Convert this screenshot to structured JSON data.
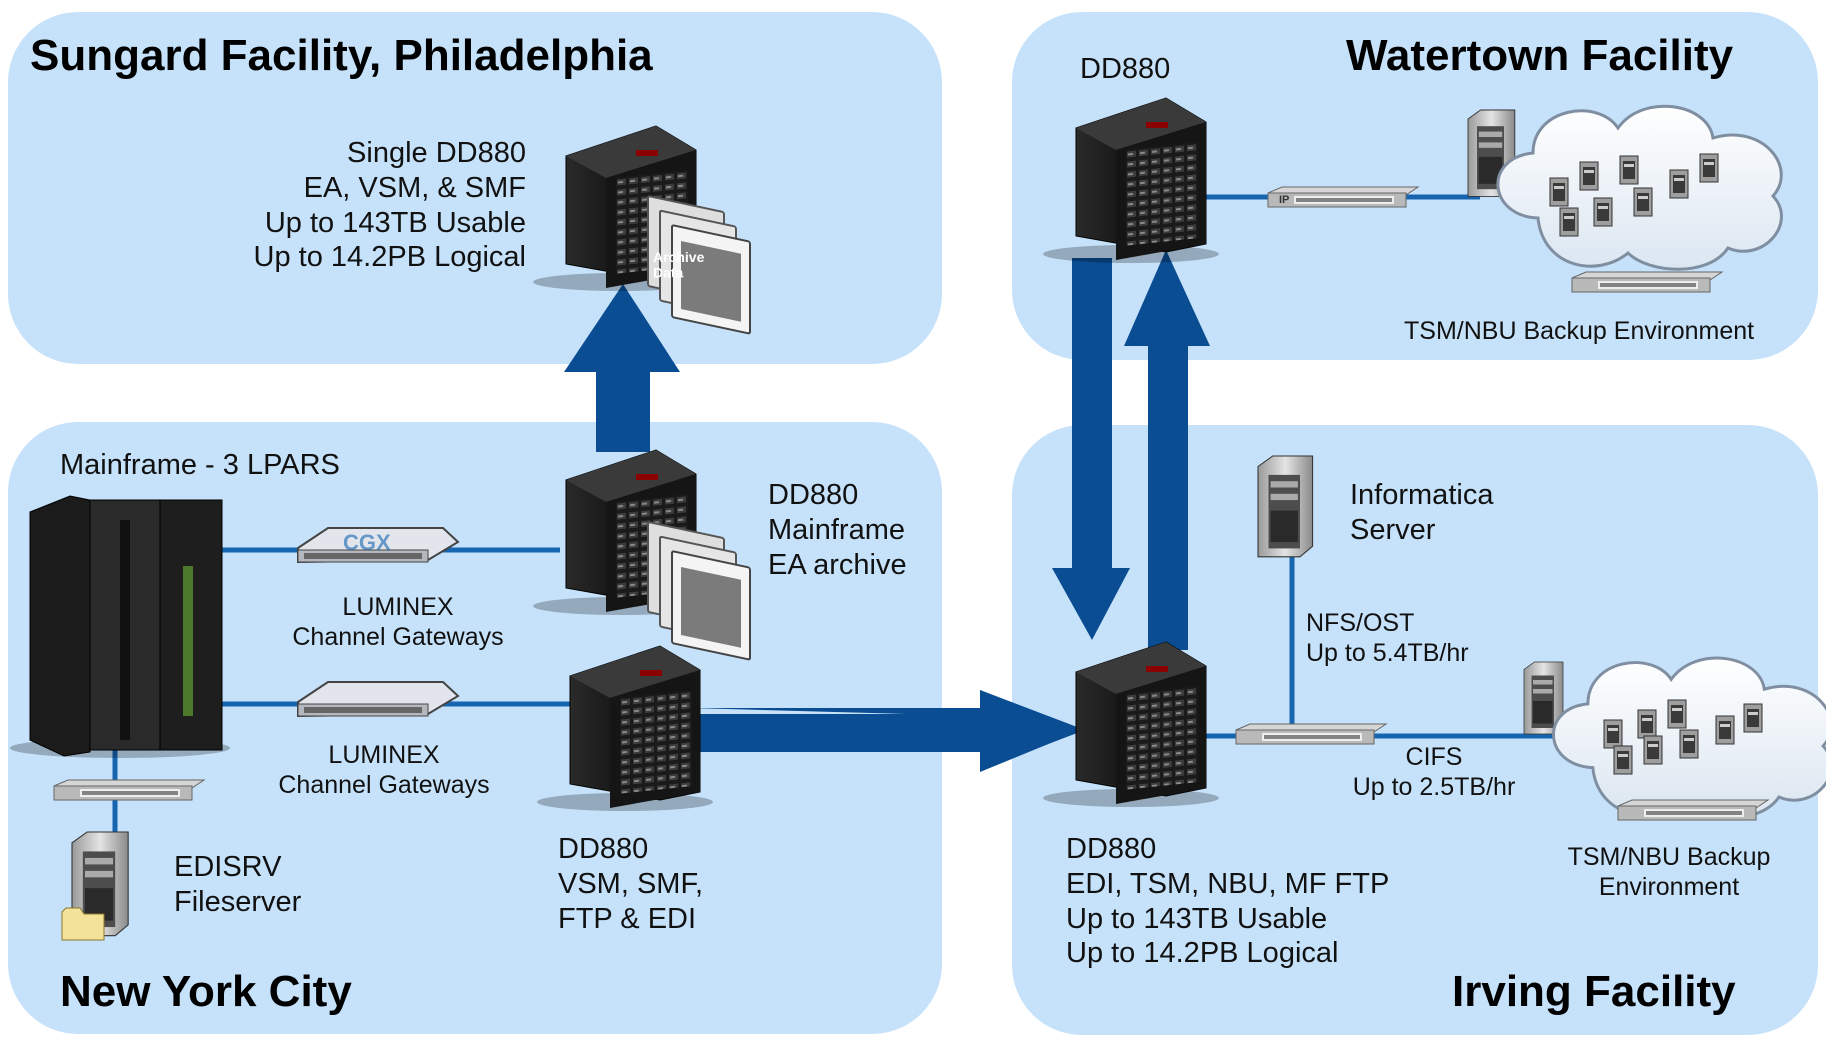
{
  "regions": {
    "sungard": {
      "title": "Sungard Facility, Philadelphia",
      "device_text": "Single DD880\nEA, VSM, & SMF\nUp to 143TB Usable\nUp to 14.2PB  Logical"
    },
    "watertown": {
      "title": "Watertown Facility",
      "dd_label": "DD880",
      "backup_label": "TSM/NBU Backup Environment"
    },
    "nyc": {
      "title": "New York City",
      "mainframe_label": "Mainframe - 3 LPARS",
      "gateway_upper": "LUMINEX\nChannel Gateways",
      "gateway_lower": "LUMINEX\nChannel Gateways",
      "dd_archive": "DD880\nMainframe\nEA archive",
      "dd_vsm": "DD880\nVSM, SMF,\nFTP & EDI",
      "edisrv": "EDISRV\nFileserver"
    },
    "irving": {
      "title": "Irving Facility",
      "informatica": "Informatica\nServer",
      "nfs": "NFS/OST\nUp to 5.4TB/hr",
      "cifs": "CIFS\nUp to 2.5TB/hr",
      "backup_label": "TSM/NBU Backup\nEnvironment",
      "dd_text": "DD880\nEDI, TSM, NBU, MF FTP\nUp to 143TB Usable\nUp to 14.2PB  Logical"
    }
  },
  "device_badges": {
    "archive": "Archive\nData",
    "switch": "IP",
    "gateway": "CGX"
  },
  "colors": {
    "region_fill": "#c6e2fa",
    "arrow": "#0a4d93",
    "link": "#1565b0"
  }
}
